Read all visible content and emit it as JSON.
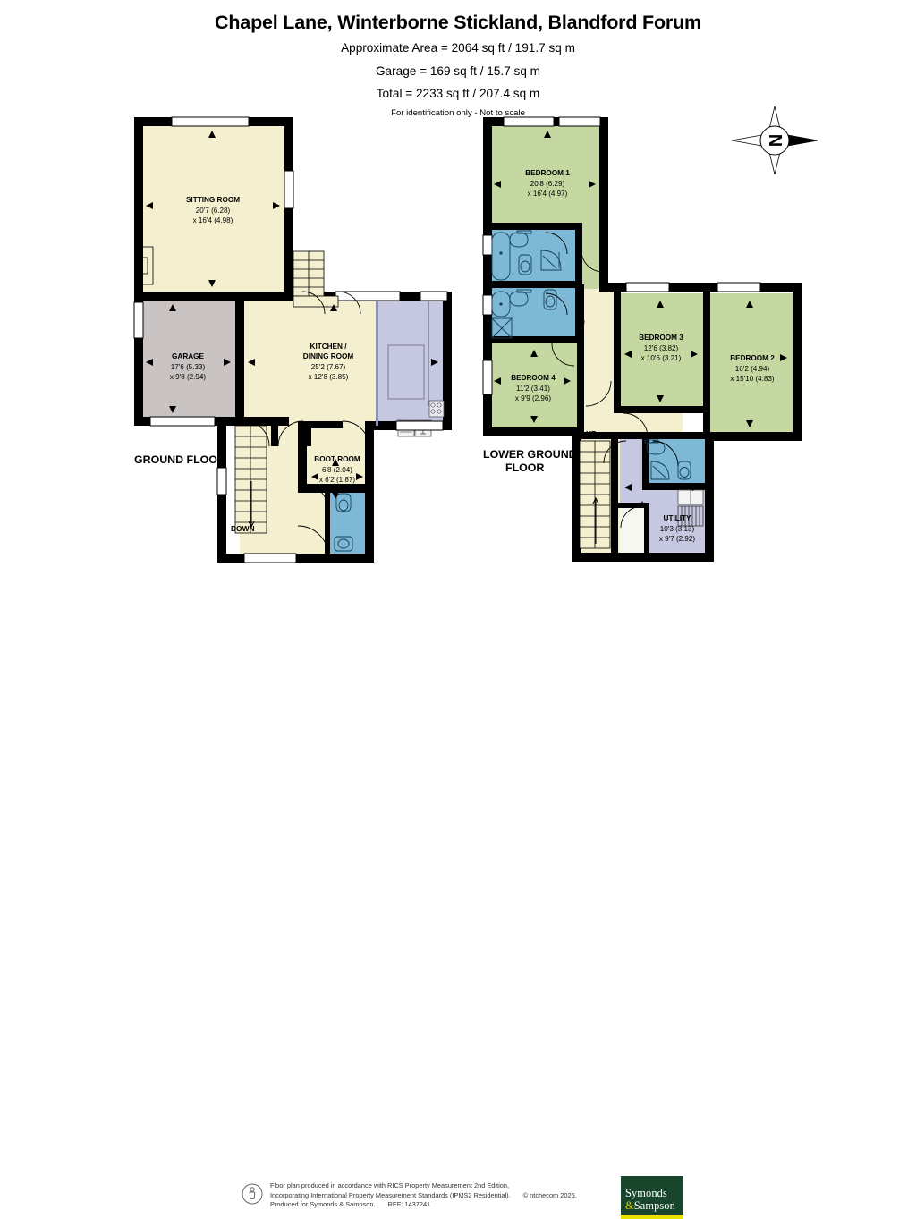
{
  "header": {
    "title": "Chapel Lane, Winterborne Stickland, Blandford Forum",
    "area_line": "Approximate Area = 2064 sq ft / 191.7 sq m",
    "garage_line": "Garage = 169 sq ft / 15.7 sq m",
    "total_line": "Total = 2233 sq ft / 207.4 sq m",
    "disclaimer": "For identification only - Not to scale"
  },
  "colors": {
    "wall": "#000000",
    "cream": "#f4efcf",
    "green": "#c6d8a2",
    "blue": "#7db9d6",
    "grey": "#c9c4c3",
    "lavender": "#c6c7e0",
    "window": "#e8e8e8",
    "logo_green": "#18452b",
    "logo_yellow": "#e8e200"
  },
  "ground_floor": {
    "label": "GROUND FLOOR",
    "stair_label": "DOWN",
    "rooms": [
      {
        "name": "SITTING ROOM",
        "dim1": "20'7 (6.28)",
        "dim2": "x 16'4 (4.98)",
        "fill": "cream"
      },
      {
        "name": "GARAGE",
        "dim1": "17'6 (5.33)",
        "dim2": "x 9'8 (2.94)",
        "fill": "grey"
      },
      {
        "name": "KITCHEN /",
        "name2": "DINING ROOM",
        "dim1": "25'2 (7.67)",
        "dim2": "x 12'8 (3.85)",
        "fill": "cream"
      },
      {
        "name": "BOOT ROOM",
        "dim1": "6'8 (2.04)",
        "dim2": "x 6'2 (1.87)",
        "fill": "cream"
      }
    ]
  },
  "lower_ground_floor": {
    "label_line1": "LOWER GROUND",
    "label_line2": "FLOOR",
    "stair_label": "UP",
    "rooms": [
      {
        "name": "BEDROOM 1",
        "dim1": "20'8 (6.29)",
        "dim2": "x 16'4 (4.97)",
        "fill": "green"
      },
      {
        "name": "BEDROOM 2",
        "dim1": "16'2 (4.94)",
        "dim2": "x 15'10 (4.83)",
        "fill": "green"
      },
      {
        "name": "BEDROOM 3",
        "dim1": "12'6 (3.82)",
        "dim2": "x 10'6 (3.21)",
        "fill": "green"
      },
      {
        "name": "BEDROOM 4",
        "dim1": "11'2 (3.41)",
        "dim2": "x 9'9 (2.96)",
        "fill": "green"
      },
      {
        "name": "UTILITY",
        "dim1": "10'3 (3.13)",
        "dim2": "x 9'7 (2.92)",
        "fill": "lavender"
      }
    ]
  },
  "compass": {
    "letter": "N"
  },
  "footer": {
    "line1": "Floor plan produced in accordance with RICS Property Measurement 2nd Edition,",
    "line2": "Incorporating International Property Measurement Standards (IPMS2 Residential).",
    "copyright": "© ntchecom 2026.",
    "line3": "Produced for Symonds & Sampson.",
    "ref": "REF:  1437241",
    "logo_line1": "Symonds",
    "logo_amp": "&",
    "logo_line2": "Sampson"
  }
}
